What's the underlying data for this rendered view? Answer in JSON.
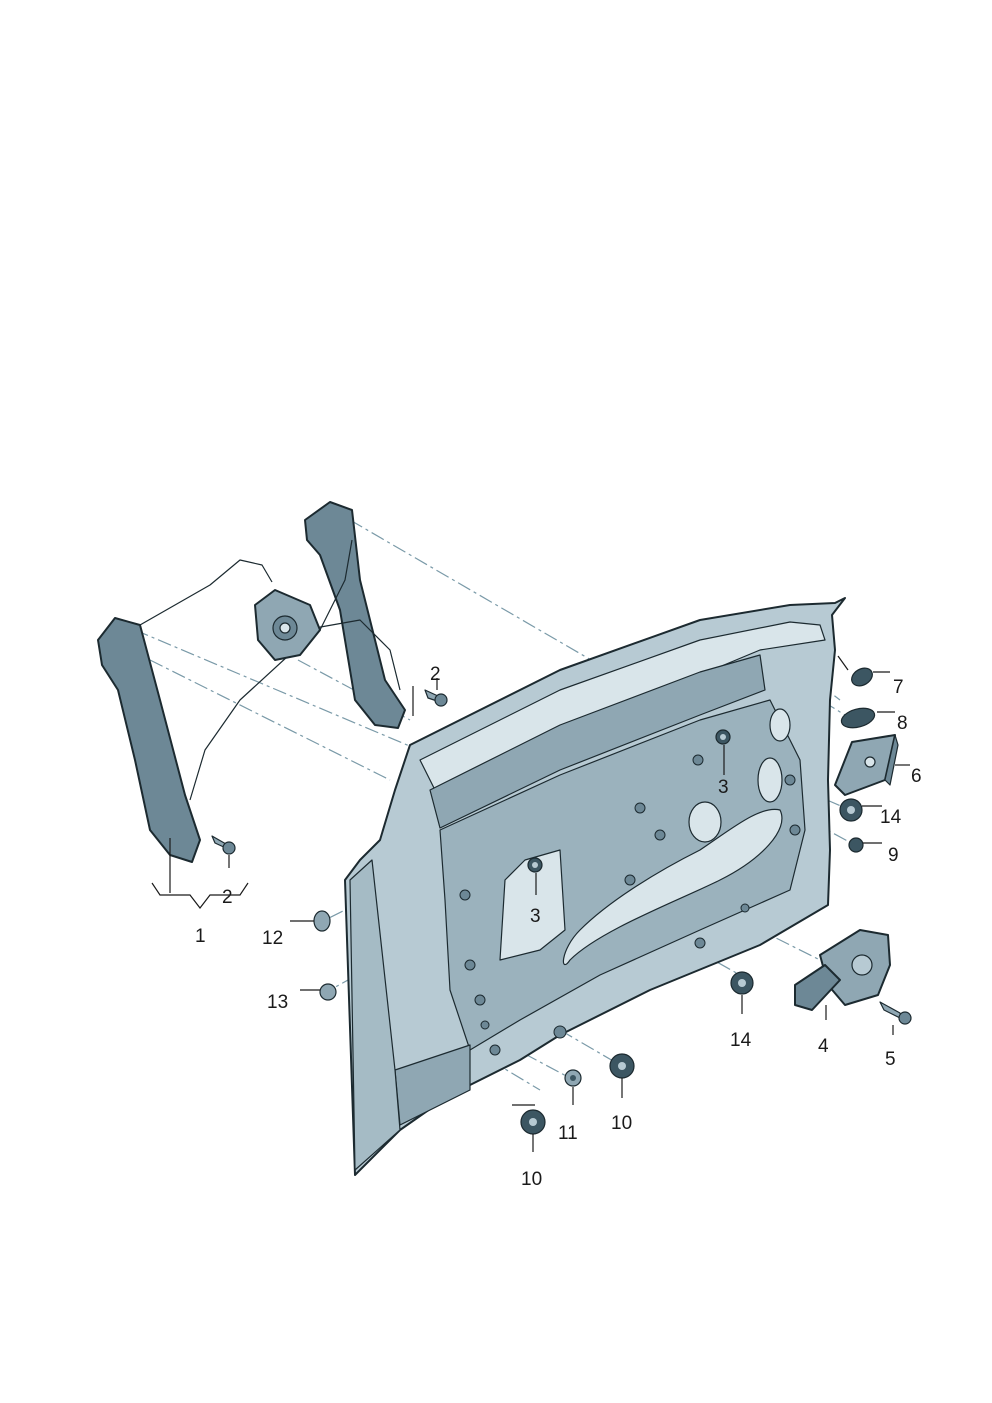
{
  "colors": {
    "panel_fill": "#b7cad3",
    "panel_dark": "#8fa7b3",
    "panel_light": "#d9e5ea",
    "rail_fill": "#6d8896",
    "outline": "#1c2a30",
    "dash_line": "#7a9aa8"
  },
  "parts": {
    "regulator_assembly": "1",
    "bolt_regulator_upper": "2",
    "bolt_regulator_lower": "2",
    "nut_rear": "3",
    "nut_front": "3",
    "motor": "4",
    "bolt_motor": "5",
    "control_unit": "6",
    "plug_top": "7",
    "plug_oval": "8",
    "cap_small": "9",
    "grommet_lower_a": "10",
    "grommet_lower_b": "10",
    "grommet_small": "11",
    "cap_12": "12",
    "cap_13": "13",
    "grommet_right": "14",
    "grommet_center": "14"
  }
}
